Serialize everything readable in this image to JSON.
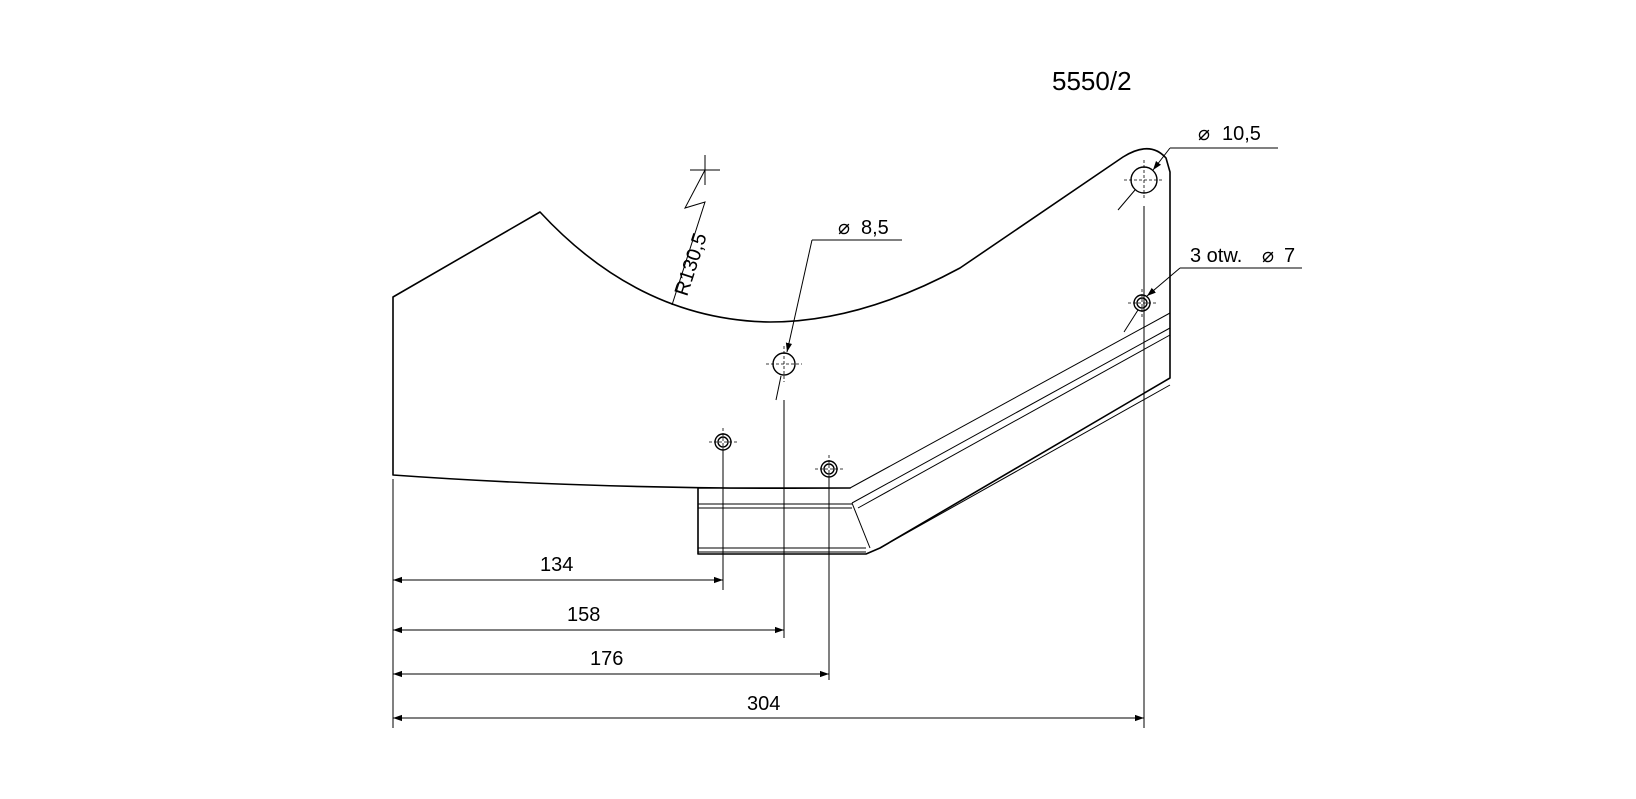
{
  "drawing_number": "5550/2",
  "radius_label": "R130,5",
  "hole_labels": {
    "large": "10,5",
    "medium": "8,5",
    "small_count": "3 otw.",
    "small": "7"
  },
  "diameter_symbol": "⌀",
  "dimensions": {
    "d1": "134",
    "d2": "158",
    "d3": "176",
    "d4": "304"
  },
  "colors": {
    "ink": "#000000",
    "background": "#ffffff"
  }
}
